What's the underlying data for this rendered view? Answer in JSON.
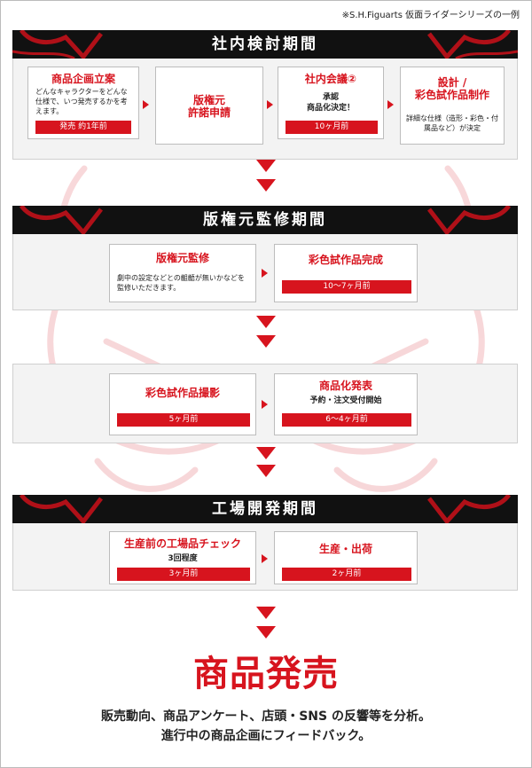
{
  "note": "※S.H.Figuarts 仮面ライダーシリーズの一例",
  "sections": [
    {
      "title": "社内検討期間",
      "cards": [
        {
          "title": "商品企画立案",
          "desc": "どんなキャラクターをどんな仕様で、いつ発売するかを考えます。",
          "bar": "発売 約1年前"
        },
        {
          "title": "版権元\n許諾申請"
        },
        {
          "title": "社内会議②",
          "sub": "承認\n商品化決定！",
          "bar": "10ヶ月前"
        },
        {
          "title": "設計 /\n彩色試作品制作",
          "desc": "詳細な仕様（造形・彩色・付属品など）が決定"
        }
      ]
    },
    {
      "title": "版権元監修期間",
      "cards": [
        {
          "title": "版権元監修",
          "desc": "劇中の設定などとの齟齬が無いかなどを監修いただきます。"
        },
        {
          "title": "彩色試作品完成",
          "bar": "10〜7ヶ月前"
        }
      ]
    },
    {
      "title": "",
      "cards": [
        {
          "title": "彩色試作品撮影",
          "bar": "5ヶ月前"
        },
        {
          "title": "商品化発表",
          "sub": "予約・注文受付開始",
          "bar": "6〜4ヶ月前"
        }
      ]
    },
    {
      "title": "工場開発期間",
      "cards": [
        {
          "title": "生産前の工場品チェック",
          "sub": "3回程度",
          "bar": "3ヶ月前"
        },
        {
          "title": "生産・出荷",
          "bar": "2ヶ月前"
        }
      ]
    }
  ],
  "release": {
    "title": "商品発売",
    "line1": "販売動向、商品アンケート、店頭・SNS の反響等を分析。",
    "line2": "進行中の商品企画にフィードバック。"
  },
  "colors": {
    "accent": "#d7141e",
    "header_bg": "#111111",
    "panel_bg": "#f3f3f3"
  }
}
